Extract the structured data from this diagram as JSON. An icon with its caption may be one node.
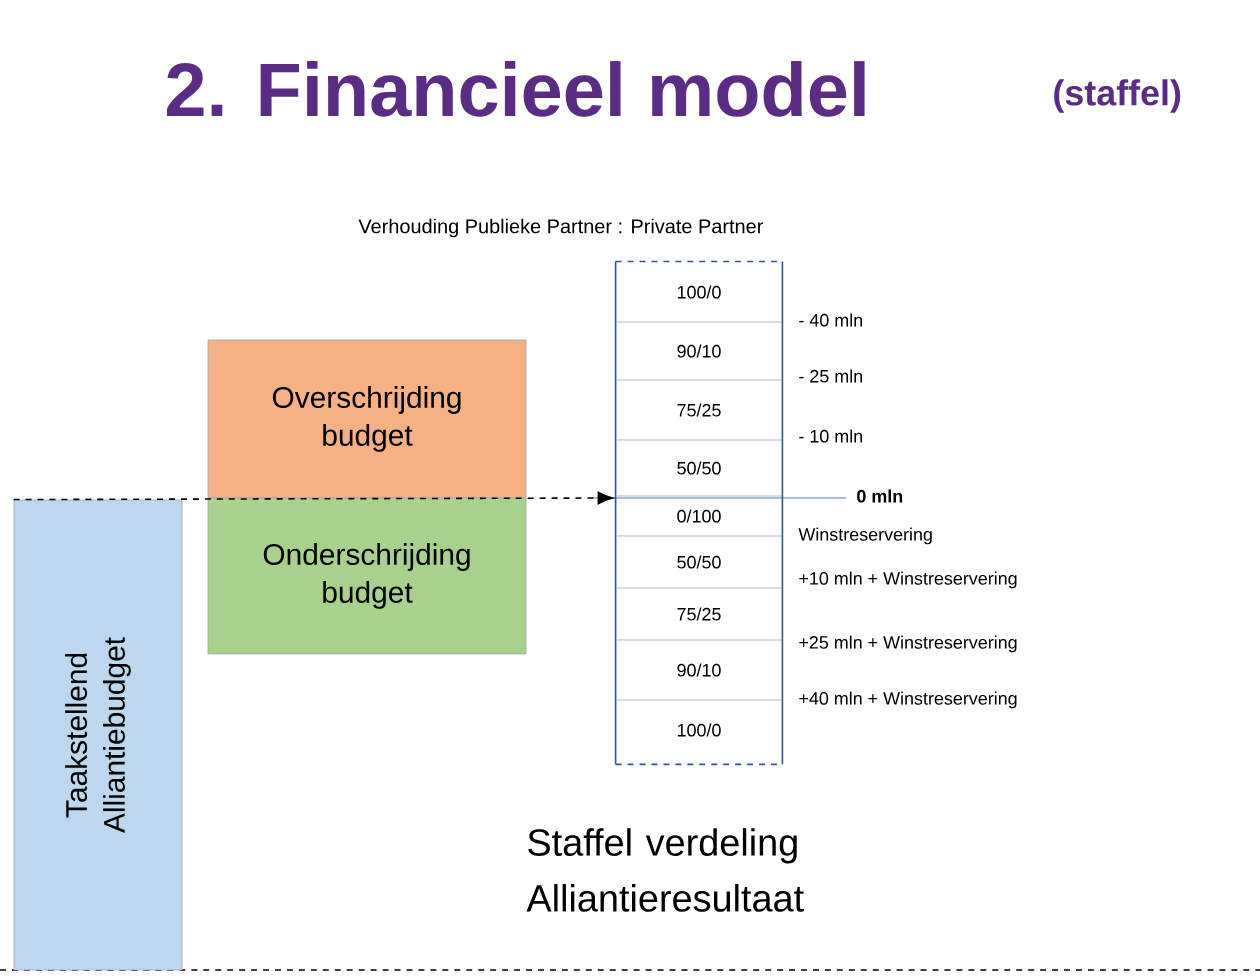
{
  "diagram": {
    "title": "2. Financieel model",
    "nodes": [
      {
        "text": [
          "Overschrijding budget"
        ]
      },
      {
        "text": [
          "Onderschrijding budget"
        ]
      },
      {
        "text": [
          "Taakstellend Alliantiebudget"
        ]
      },
      {
        "text": [],
        "shape": "box"
      },
      {
        "text": [
          "100/0"
        ],
        "in": 3
      },
      {
        "text": [
          "90/10"
        ],
        "in": 3
      },
      {
        "text": [
          "75/25"
        ],
        "in": 3
      },
      {
        "text": [
          "50/50"
        ],
        "in": 3
      },
      {
        "text": [
          "0/100"
        ],
        "in": 3
      },
      {
        "text": [
          "50/50"
        ],
        "in": 3
      },
      {
        "text": [
          "75/25"
        ],
        "in": 3
      },
      {
        "text": [
          "90/10"
        ],
        "in": 3
      },
      {
        "text": [
          "100/0"
        ],
        "in": 3
      }
    ],
    "edges": [
      {
        "from": 2,
        "to": 3,
        "arrow": "to",
        "style": "dashed"
      }
    ],
    "labels": [
      "(staffel)",
      "Verhouding Publieke Partner : Private Partner",
      "- 40 mln",
      "- 25 mln",
      "- 10 mln",
      "0 mln",
      "Winstreservering",
      "+10 mln + Winstreservering",
      "+25 mln + Winstreservering",
      "+40 mln + Winstreservering",
      "Staffel verdeling Alliantieresultaat"
    ]
  }
}
